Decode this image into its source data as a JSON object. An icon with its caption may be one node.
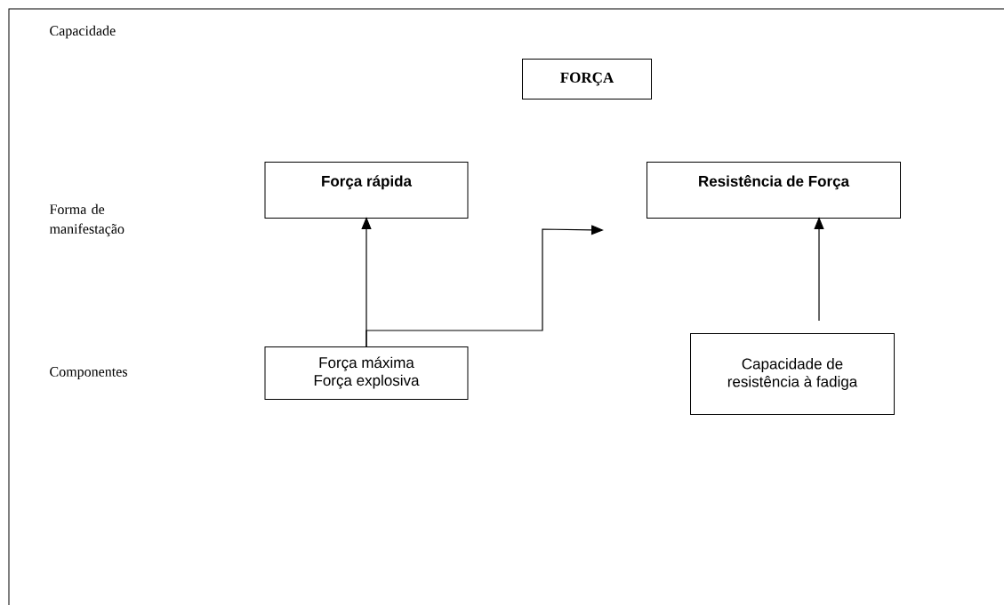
{
  "diagram": {
    "nodes": [
      {
        "text": [
          "FORÇA"
        ]
      },
      {
        "text": [
          "Força rápida"
        ]
      },
      {
        "text": [
          "Resistência de Força"
        ]
      },
      {
        "text": [
          "Força máxima",
          "Força explosiva"
        ]
      },
      {
        "text": [
          "Capacidade de resistência à fadiga"
        ]
      }
    ],
    "edges": [
      {
        "from": 3,
        "to": 1,
        "arrow": "to"
      },
      {
        "from": 3,
        "to": 2,
        "arrow": "to"
      },
      {
        "from": 4,
        "to": 2,
        "arrow": "to"
      }
    ],
    "labels": [
      "Capacidade",
      "Forma de manifestação",
      "Componentes"
    ]
  }
}
